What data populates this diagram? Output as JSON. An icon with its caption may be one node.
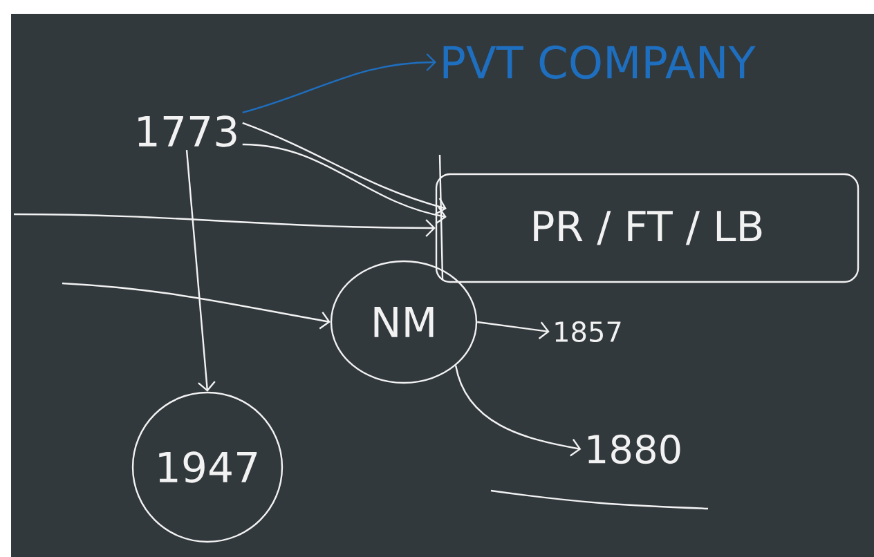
{
  "diagram": {
    "nodes": [
      {
        "text": [
          "1773"
        ]
      },
      {
        "text": [
          "PVT COMPANY"
        ]
      },
      {
        "text": [
          "PR / FT / LB"
        ]
      },
      {
        "text": [
          "NM"
        ]
      },
      {
        "text": [
          "1857"
        ]
      },
      {
        "text": [
          "1880"
        ]
      },
      {
        "text": [
          "1947"
        ]
      }
    ],
    "edges": [
      {
        "from": 0,
        "to": 1,
        "arrow": "to",
        "color": "#1e6fc0"
      },
      {
        "from": 0,
        "to": 2,
        "arrow": "to"
      },
      {
        "from": 0,
        "to": 2,
        "arrow": "to"
      },
      {
        "from": null,
        "to": 2,
        "arrow": "to"
      },
      {
        "from": null,
        "to": 3,
        "arrow": "to"
      },
      {
        "from": 3,
        "to": 4,
        "arrow": "to"
      },
      {
        "from": 3,
        "to": 5,
        "arrow": "to"
      },
      {
        "from": 0,
        "to": 6,
        "arrow": "to"
      }
    ]
  }
}
